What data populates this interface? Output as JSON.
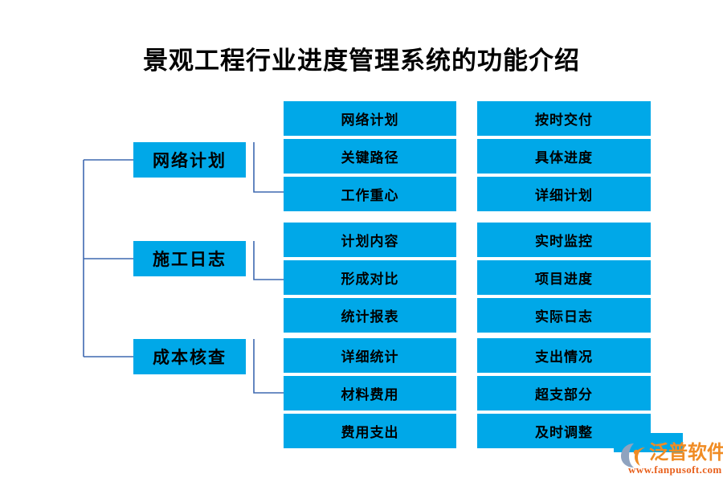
{
  "title": "景观工程行业进度管理系统的功能介绍",
  "colors": {
    "node_fill": "#00A8E8",
    "node_text": "#000000",
    "connector": "#3E68B0",
    "title_text": "#000000",
    "logo_orange": "#F08C24",
    "logo_url": "#E8601C",
    "background": "#FFFFFF"
  },
  "diagram": {
    "type": "tree",
    "branches": [
      {
        "root": "网络计划",
        "middle": [
          "网络计划",
          "关键路径",
          "工作重心"
        ],
        "right": [
          "按时交付",
          "具体进度",
          "详细计划"
        ]
      },
      {
        "root": "施工日志",
        "middle": [
          "计划内容",
          "形成对比",
          "统计报表"
        ],
        "right": [
          "实时监控",
          "项目进度",
          "实际日志"
        ]
      },
      {
        "root": "成本核查",
        "middle": [
          "详细统计",
          "材料费用",
          "费用支出"
        ],
        "right": [
          "支出情况",
          "超支部分",
          "及时调整"
        ]
      }
    ]
  },
  "logo": {
    "name": "泛普软件",
    "url": "www.fanpusoft.com"
  }
}
